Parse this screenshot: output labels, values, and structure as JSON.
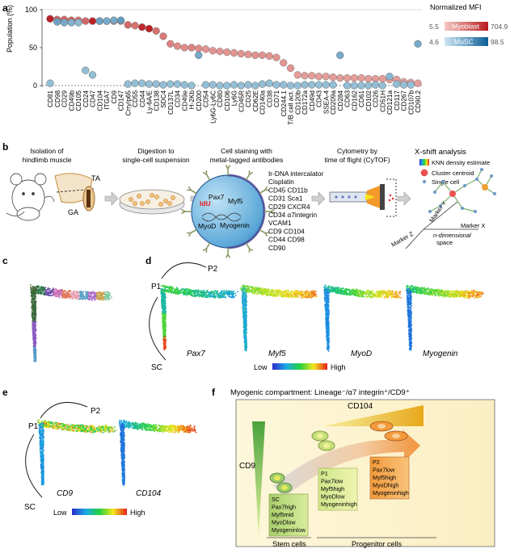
{
  "panels": {
    "a": "a",
    "b": "b",
    "c": "c",
    "d": "d",
    "e": "e",
    "f": "f"
  },
  "chart_data": {
    "type": "scatter",
    "ylabel": "Population (%)",
    "ylim": [
      0,
      100
    ],
    "yticks": [
      0,
      50,
      100
    ],
    "categories": [
      "CD81",
      "CD98",
      "CD29",
      "CD49b",
      "CD105",
      "CD24",
      "CD47",
      "CD104",
      "ITGA7",
      "CD9",
      "CD147",
      "Crry/p65",
      "CD55",
      "CD44",
      "Ly-6A/E",
      "CD138",
      "SDC4",
      "CD137L",
      "CD34",
      "CD49e",
      "H-2Kb",
      "CD200",
      "CD54",
      "Ly6G-Ly6C",
      "CD80",
      "CD106",
      "Ly6G",
      "CD45R",
      "CD25",
      "CD62E",
      "CD140a",
      "CD38",
      "CD71",
      "CD244.1",
      "T/B cell act.",
      "CD120b",
      "CD172a",
      "CD49d",
      "CD43",
      "SSEA-4",
      "CD209a",
      "CD284",
      "CD63",
      "CD162",
      "CD61",
      "CD102",
      "CD26",
      "CD51H",
      "CD121a",
      "CD117",
      "CD267",
      "CD107b",
      "CD90.2"
    ],
    "series": [
      {
        "name": "Myoblast",
        "values": [
          88,
          87,
          87,
          86,
          86,
          85,
          85,
          85,
          85,
          85,
          85,
          80,
          79,
          77,
          75,
          72,
          65,
          55,
          52,
          50,
          50,
          49,
          48,
          46,
          45,
          44,
          43,
          42,
          41,
          40,
          40,
          39,
          37,
          30,
          23,
          14,
          13,
          13,
          12,
          12,
          11,
          10,
          10,
          10,
          10,
          9,
          9,
          9,
          8,
          8,
          5,
          4,
          3
        ],
        "mfi": [
          0.95,
          0.6,
          0.55,
          0.6,
          0.5,
          0.55,
          0.95,
          0.5,
          0.5,
          0.45,
          0.4,
          0.55,
          0.5,
          0.9,
          0.95,
          0.5,
          0.45,
          0.4,
          0.35,
          0.35,
          0.4,
          0.35,
          0.3,
          0.3,
          0.3,
          0.3,
          0.3,
          0.3,
          0.3,
          0.3,
          0.3,
          0.3,
          0.3,
          0.3,
          0.3,
          0.25,
          0.25,
          0.25,
          0.25,
          0.25,
          0.25,
          0.25,
          0.25,
          0.25,
          0.25,
          0.25,
          0.25,
          0.25,
          0.25,
          0.25,
          0.25,
          0.25,
          0.25
        ]
      },
      {
        "name": "MuSC",
        "values": [
          3,
          84,
          83,
          83,
          83,
          20,
          14,
          85,
          85,
          86,
          86,
          2,
          3,
          3,
          2,
          2,
          1,
          2,
          2,
          1,
          0,
          40,
          1,
          1,
          0,
          0,
          1,
          0,
          1,
          0,
          2,
          3,
          1,
          1,
          0,
          0,
          1,
          1,
          1,
          1,
          1,
          40,
          0,
          0,
          0,
          0,
          1,
          0,
          12,
          2,
          1,
          1,
          55
        ],
        "mfi": [
          0.3,
          0.5,
          0.45,
          0.4,
          0.35,
          0.3,
          0.3,
          0.5,
          0.45,
          0.45,
          0.55,
          0.3,
          0.3,
          0.3,
          0.3,
          0.3,
          0.3,
          0.3,
          0.3,
          0.3,
          0.3,
          0.45,
          0.3,
          0.3,
          0.3,
          0.3,
          0.3,
          0.3,
          0.3,
          0.3,
          0.3,
          0.3,
          0.3,
          0.3,
          0.3,
          0.3,
          0.3,
          0.3,
          0.3,
          0.3,
          0.3,
          0.45,
          0.3,
          0.3,
          0.3,
          0.3,
          0.3,
          0.3,
          0.35,
          0.3,
          0.3,
          0.3,
          0.45
        ]
      }
    ],
    "legend": {
      "title": "Normalized MFI",
      "rows": [
        {
          "name": "Myoblast",
          "min": "5.5",
          "max": "704.9",
          "colors": [
            "#f4c9c2",
            "#b8181d"
          ]
        },
        {
          "name": "MuSC",
          "min": "4.6",
          "max": "98.5",
          "colors": [
            "#cfe7f2",
            "#0b5d96"
          ]
        }
      ]
    }
  },
  "panel_b": {
    "steps": [
      [
        "Isolation of",
        "hindlimb muscle"
      ],
      [
        "Digestion to",
        "single-cell suspension"
      ],
      [
        "Cell staining with",
        "metal-tagged antibodies"
      ],
      [
        "Cytometry by",
        "time of flight (CyTOF)"
      ]
    ],
    "muscle_labels": {
      "ta": "TA",
      "ga": "GA"
    },
    "cell_labels": {
      "idu": "IdU",
      "pax7": "Pax7",
      "myf5": "Myf5",
      "myod": "MyoD",
      "myogenin": "Myogenin"
    },
    "antibodies": [
      "Ir-DNA intercalator",
      "Cisplatin",
      "CD45 CD11b",
      "CD31 Sca1",
      "CD29 CXCR4",
      "CD34 α7integrin",
      "VCAM1",
      "CD9 CD104",
      "CD44 CD98",
      "CD90"
    ],
    "xshift": {
      "title": "X-shift analysis",
      "legend": [
        "KNN density estimate",
        "Cluster centroid",
        "Single cell"
      ],
      "axes": [
        "Marker X",
        "Marker Y",
        "Marker Z",
        "n-dimensional",
        "space"
      ]
    }
  },
  "panel_d": {
    "labels": [
      "Pax7",
      "Myf5",
      "MyoD",
      "Myogenin"
    ],
    "states": [
      "P1",
      "P2",
      "SC"
    ]
  },
  "panel_e": {
    "labels": [
      "CD9",
      "CD104"
    ],
    "states": [
      "P1",
      "P2",
      "SC"
    ]
  },
  "colorbar": {
    "low": "Low",
    "high": "High"
  },
  "panel_f": {
    "title": "Myogenic compartment: Lineage⁻/α7 integrin⁺/CD9⁺",
    "cd104": "CD104",
    "cd9": "CD9",
    "boxes": [
      {
        "lines": [
          "SC",
          "Pax7high",
          "Myf5mid",
          "MyoDlow",
          "Myogeninlow"
        ]
      },
      {
        "lines": [
          "P1",
          "Pax7low",
          "Myf5high",
          "MyoDlow",
          "Myogeninhigh"
        ]
      },
      {
        "lines": [
          "P2",
          "Pax7low",
          "Myf5high",
          "MyoDhigh",
          "Myogeninhigh"
        ]
      }
    ],
    "stem": "Stem cells",
    "progenitor": "Progenitor cells"
  }
}
